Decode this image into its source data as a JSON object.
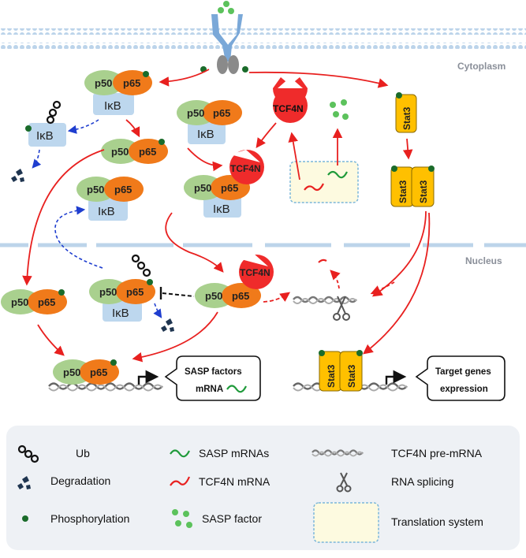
{
  "regions": {
    "cytoplasm": "Cytoplasm",
    "nucleus": "Nucleus"
  },
  "proteins": {
    "p50": "p50",
    "p65": "p65",
    "ikb": "IκB",
    "tcf4n": "TCF4N",
    "stat3": "Stat3"
  },
  "callouts": {
    "sasp_line1": "SASP factors",
    "sasp_line2": "mRNA",
    "target_line1": "Target genes",
    "target_line2": "expression"
  },
  "legend": {
    "ub": "Ub",
    "degradation": "Degradation",
    "phosphorylation": "Phosphorylation",
    "sasp_mrnas": "SASP mRNAs",
    "tcf4n_mrna": "TCF4N mRNA",
    "sasp_factor": "SASP factor",
    "tcf4n_premrna": "TCF4N pre-mRNA",
    "rna_splicing": "RNA splicing",
    "translation_system": "Translation system"
  },
  "colors": {
    "p50": "#a9d08e",
    "p65": "#f07a1a",
    "ikb": "#bdd7ee",
    "tcf4n": "#ef2b2b",
    "stat3": "#ffc000",
    "phospho": "#1a6b2a",
    "arrow_red": "#e8201f",
    "arrow_blue": "#1f3ecf",
    "membrane": "#bcd4ea",
    "legend_bg": "#eef1f5",
    "translation_bg": "#fdfae0",
    "sasp_dot": "#5cc25c"
  }
}
